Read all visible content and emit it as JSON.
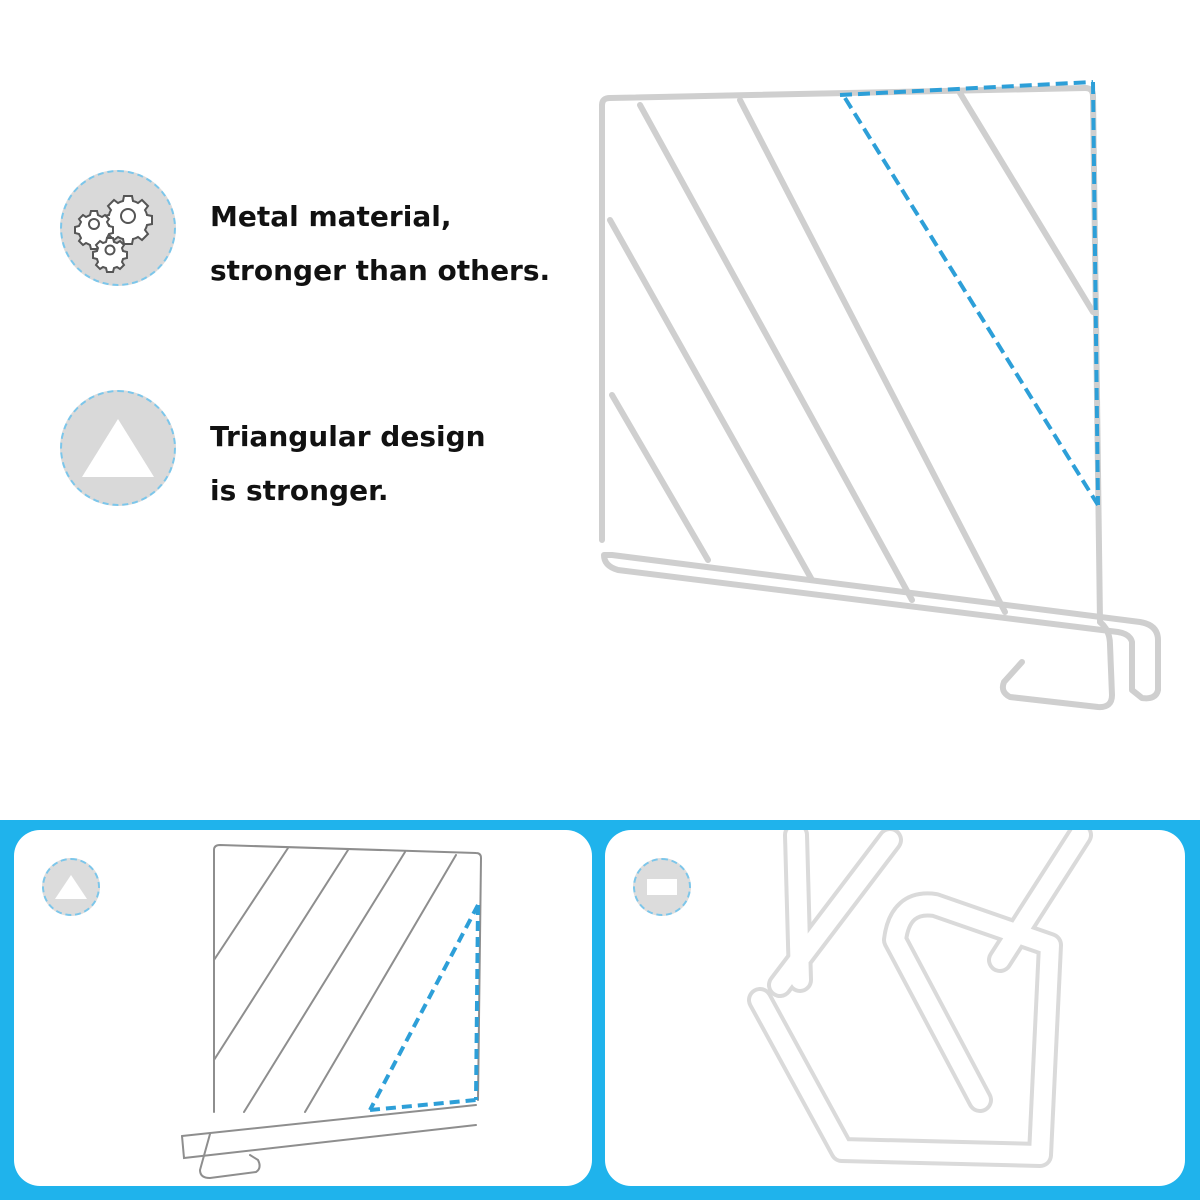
{
  "features": [
    {
      "icon": "gears-icon",
      "lines": [
        "Metal material,",
        "stronger than others."
      ]
    },
    {
      "icon": "triangle-icon",
      "lines": [
        "Triangular design",
        "is stronger."
      ]
    }
  ],
  "colors": {
    "accent": "#1fb3ec",
    "dash": "#2d9fd8",
    "badge": "#d9d9d9",
    "wire": "#d4d4d4"
  }
}
